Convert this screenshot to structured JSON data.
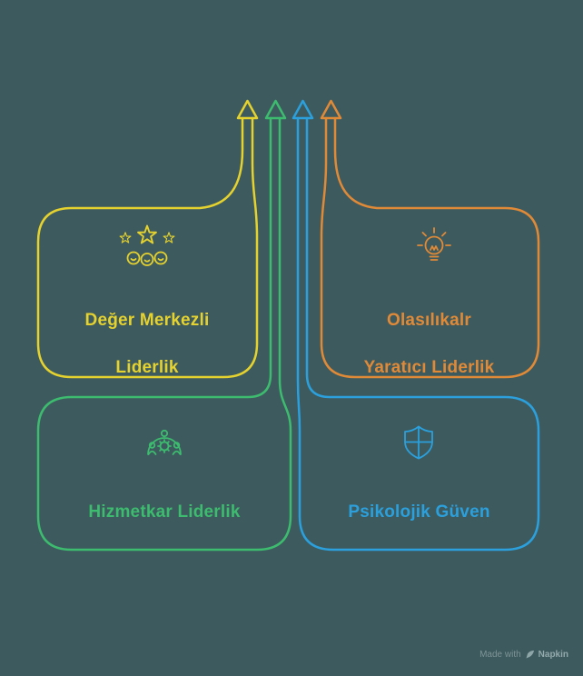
{
  "background": "#3d5a5e",
  "colors": {
    "yellow": "#e5d22f",
    "orange": "#e08a38",
    "green": "#3dbb6e",
    "blue": "#2ba0dc"
  },
  "boxes": [
    {
      "id": "values-leadership",
      "label_line1": "Değer Merkezli",
      "label_line2": "Liderlik",
      "color": "#e5d22f",
      "icon": "stars-people-icon"
    },
    {
      "id": "creative-leadership",
      "label_line1": "Olasılıkalr",
      "label_line2": "Yaratıcı Liderlik",
      "color": "#e08a38",
      "icon": "lightbulb-icon"
    },
    {
      "id": "servant-leadership",
      "label_line1": "Hizmetkar Liderlik",
      "color": "#3dbb6e",
      "icon": "arch-people-icon"
    },
    {
      "id": "psychological-safety",
      "label_line1": "Psikolojik Güven",
      "color": "#2ba0dc",
      "icon": "shield-icon"
    }
  ],
  "watermark": {
    "prefix": "Made with",
    "brand": "Napkin"
  }
}
